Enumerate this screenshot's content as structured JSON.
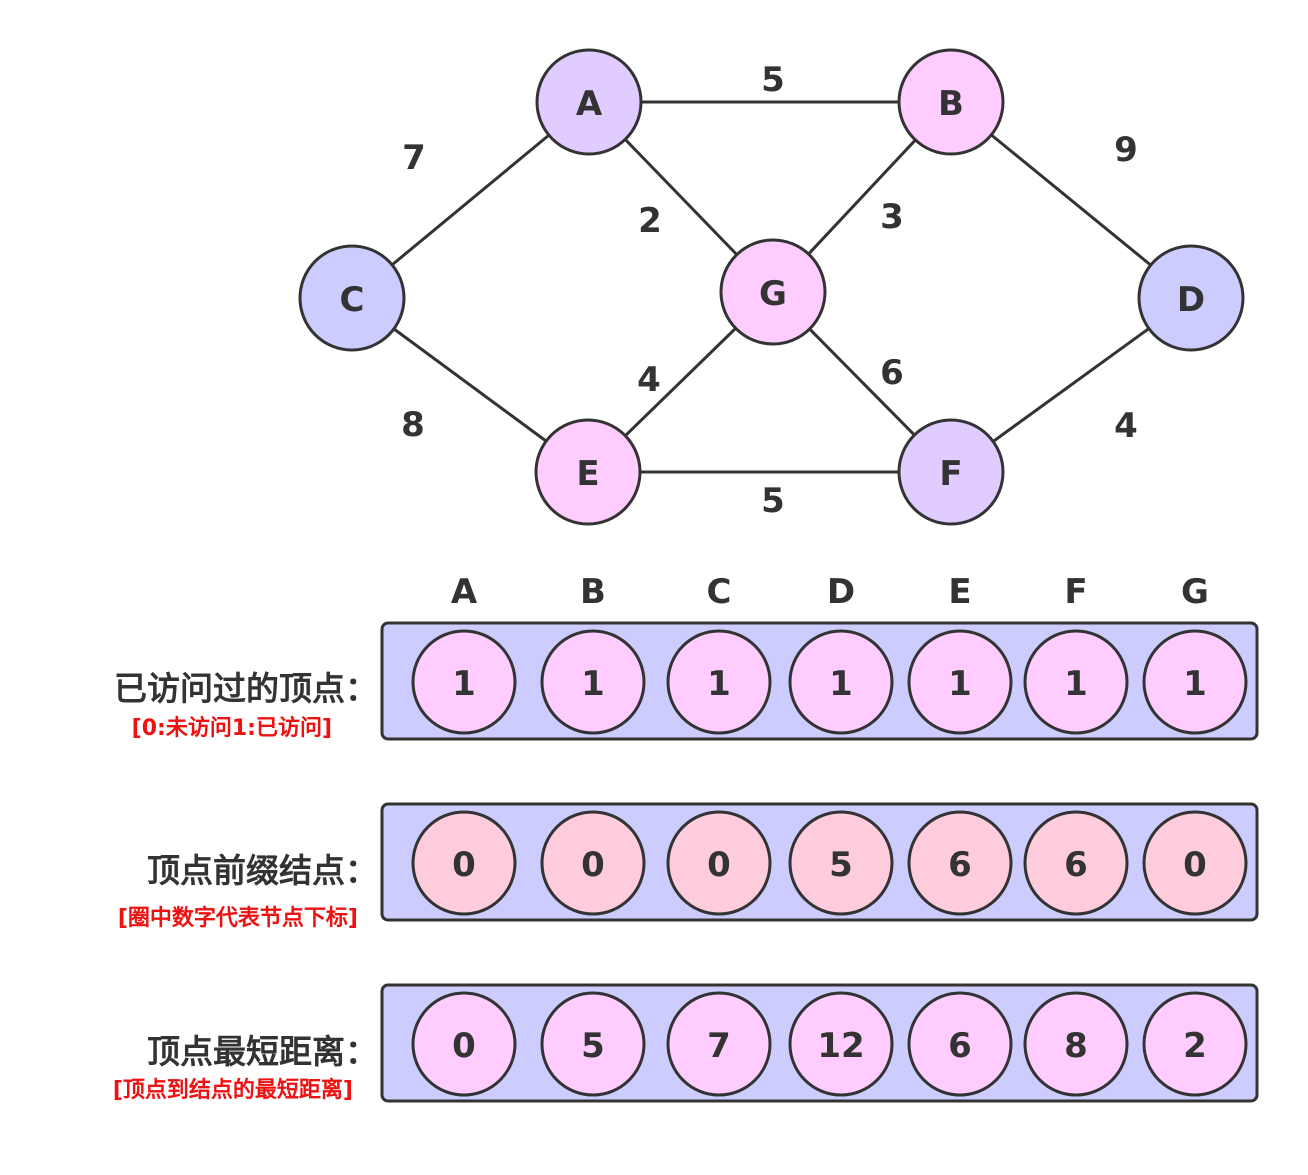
{
  "colors": {
    "line": "#333333",
    "node_blue": "#ccccff",
    "node_lavender": "#e0ccff",
    "node_pink": "#ffccff",
    "cell_pink": "#ffccff",
    "cell_rose": "#ffccdd",
    "panel": "#ccccff",
    "note_red": "#ee1111"
  },
  "graph": {
    "nodes": [
      {
        "id": "A",
        "label": "A",
        "color": "lavender"
      },
      {
        "id": "B",
        "label": "B",
        "color": "pink"
      },
      {
        "id": "C",
        "label": "C",
        "color": "blue"
      },
      {
        "id": "D",
        "label": "D",
        "color": "blue"
      },
      {
        "id": "E",
        "label": "E",
        "color": "pink"
      },
      {
        "id": "F",
        "label": "F",
        "color": "lavender"
      },
      {
        "id": "G",
        "label": "G",
        "color": "pink"
      }
    ],
    "edges": [
      {
        "from": "A",
        "to": "B",
        "weight": "5"
      },
      {
        "from": "A",
        "to": "C",
        "weight": "7"
      },
      {
        "from": "A",
        "to": "G",
        "weight": "2"
      },
      {
        "from": "B",
        "to": "G",
        "weight": "3"
      },
      {
        "from": "B",
        "to": "D",
        "weight": "9"
      },
      {
        "from": "C",
        "to": "E",
        "weight": "8"
      },
      {
        "from": "E",
        "to": "G",
        "weight": "4"
      },
      {
        "from": "G",
        "to": "F",
        "weight": "6"
      },
      {
        "from": "E",
        "to": "F",
        "weight": "5"
      },
      {
        "from": "F",
        "to": "D",
        "weight": "4"
      }
    ]
  },
  "columns": [
    "A",
    "B",
    "C",
    "D",
    "E",
    "F",
    "G"
  ],
  "rows": [
    {
      "title": "已访问过的顶点：",
      "note": "[0:未访问1:已访问]",
      "cell_color": "pink",
      "values": [
        "1",
        "1",
        "1",
        "1",
        "1",
        "1",
        "1"
      ]
    },
    {
      "title": "顶点前缀结点：",
      "note": "[圈中数字代表节点下标]",
      "cell_color": "rose",
      "values": [
        "0",
        "0",
        "0",
        "5",
        "6",
        "6",
        "0"
      ]
    },
    {
      "title": "顶点最短距离：",
      "note": "[顶点到结点的最短距离]",
      "cell_color": "pink",
      "values": [
        "0",
        "5",
        "7",
        "12",
        "6",
        "8",
        "2"
      ]
    }
  ]
}
